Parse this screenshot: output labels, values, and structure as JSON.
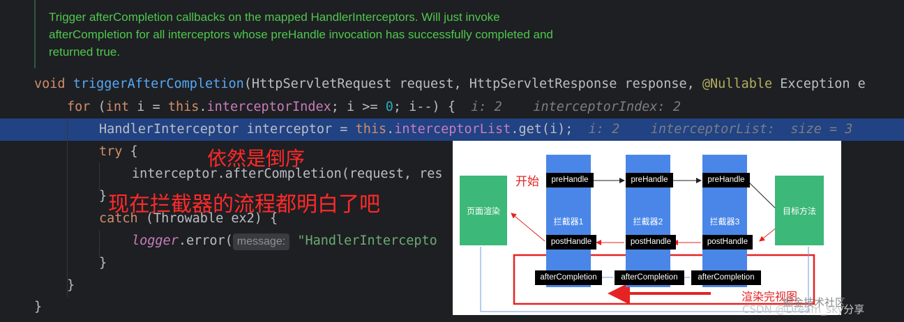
{
  "doc_comment": [
    "Trigger afterCompletion callbacks on the mapped HandlerInterceptors. Will just invoke",
    "afterCompletion for all interceptors whose preHandle invocation has successfully completed and",
    "returned true."
  ],
  "code": {
    "l1": {
      "kw": "void ",
      "fn": "triggerAfterCompletion",
      "rest1": "(HttpServletRequest request, HttpServletResponse response, ",
      "ann": "@Nullable",
      "rest2": " Exception e"
    },
    "l2": {
      "kw_for": "for",
      "p1": " (",
      "kw_int": "int",
      "p2": " i = ",
      "kw_this": "this",
      "p3": ".",
      "field": "interceptorIndex",
      "p4": "; i >= ",
      "num": "0",
      "p5": "; i--) {",
      "hint": "  i: 2    interceptorIndex: 2"
    },
    "l3": {
      "p1": "HandlerInterceptor interceptor = ",
      "kw_this": "this",
      "p2": ".",
      "field": "interceptorList",
      "p3": ".get(i);",
      "hint": "  i: 2    interceptorList:  size = 3"
    },
    "l4": {
      "kw": "try",
      "p": " {"
    },
    "l5": {
      "text": "interceptor.afterCompletion(request, res"
    },
    "l6": {
      "text": "}"
    },
    "l7": {
      "kw": "catch",
      "p": " (Throwable ex2) {"
    },
    "l8": {
      "logger": "logger",
      "p1": ".error(",
      "hint": "message:",
      "str": "\"HandlerIntercepto"
    },
    "l9": {
      "text": "}"
    },
    "l10": {
      "text": "}"
    },
    "l11": {
      "text": "}"
    }
  },
  "annotations": {
    "still_reverse": "依然是倒序",
    "understand": "现在拦截器的流程都明白了吧"
  },
  "diagram": {
    "start": "开始",
    "page_render": "页面渲染",
    "target_method": "目标方法",
    "interceptors": [
      "拦截器1",
      "拦截器2",
      "拦截器3"
    ],
    "prehandle": "preHandle",
    "posthandle": "postHandle",
    "aftercompletion": "afterCompletion",
    "render_done": "渲染完视图"
  },
  "watermark": "CSDN @Dream_sky分享",
  "watermark2": "掘金技术社区"
}
